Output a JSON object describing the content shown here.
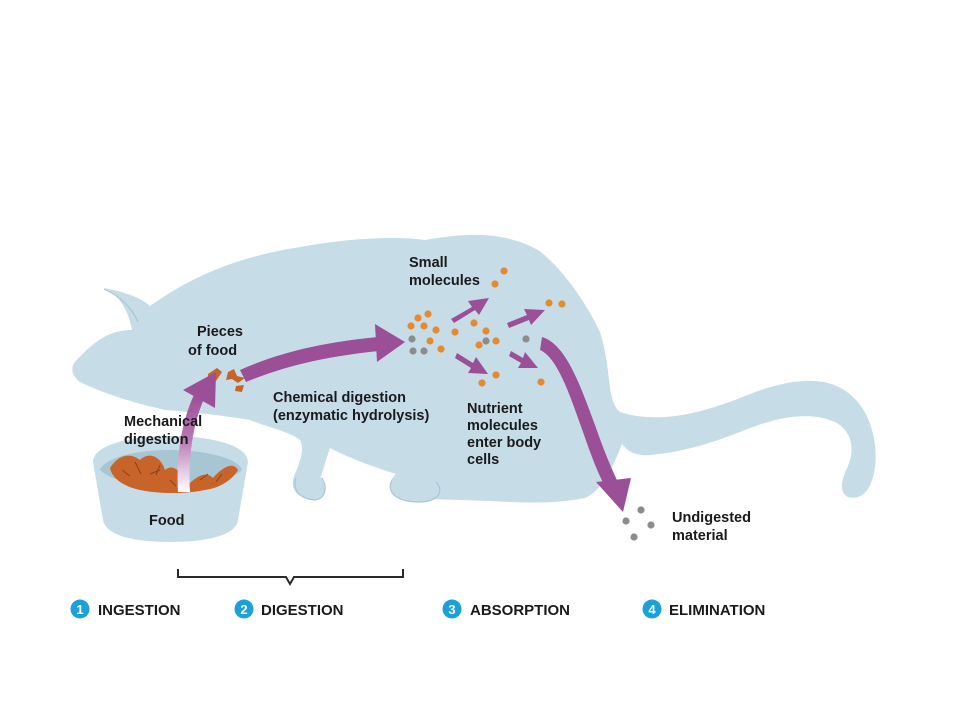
{
  "labels": {
    "pieces_line1": "Pieces",
    "pieces_line2": "of food",
    "mechanical_line1": "Mechanical",
    "mechanical_line2": "digestion",
    "food": "Food",
    "chemical_line1": "Chemical digestion",
    "chemical_line2": "(enzymatic hydrolysis)",
    "small_line1": "Small",
    "small_line2": "molecules",
    "nutrient_line1": "Nutrient",
    "nutrient_line2": "molecules",
    "nutrient_line3": "enter body",
    "nutrient_line4": "cells",
    "undigested_line1": "Undigested",
    "undigested_line2": "material"
  },
  "steps": [
    {
      "number": "1",
      "label": "INGESTION"
    },
    {
      "number": "2",
      "label": "DIGESTION"
    },
    {
      "number": "3",
      "label": "ABSORPTION"
    },
    {
      "number": "4",
      "label": "ELIMINATION"
    }
  ],
  "colors": {
    "body": "#c6dde8",
    "arrow": "#9b4f96",
    "nutrient": "#e58a2e",
    "waste": "#8c8c8c",
    "step_circle": "#1aa0da",
    "food": "#c8642a"
  }
}
